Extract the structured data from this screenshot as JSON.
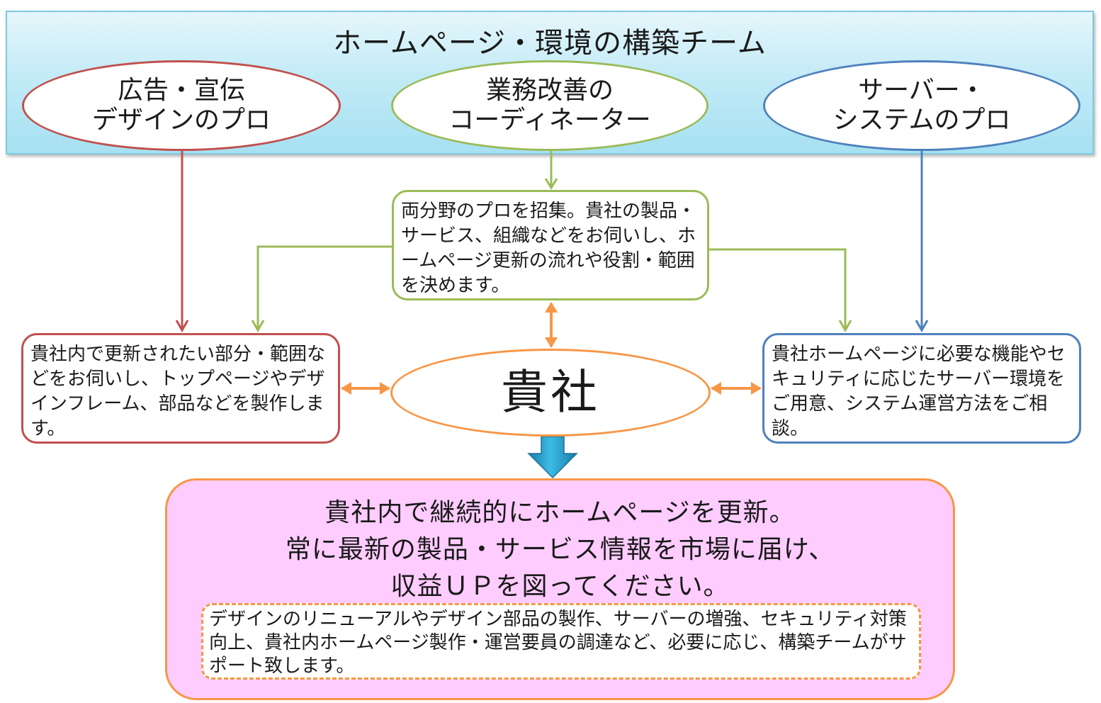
{
  "team": {
    "title": "ホームページ・環境の構築チーム"
  },
  "roles": {
    "design_pro": [
      "広告・宣伝",
      "デザインのプロ"
    ],
    "coordinator": [
      "業務改善の",
      "コーディネーター"
    ],
    "system_pro": [
      "サーバー・",
      "システムのプロ"
    ]
  },
  "boxes": {
    "center": "両分野のプロを招集。貴社の製品・サービス、組織などをお伺いし、ホームページ更新の流れや役割・範囲を決めます。",
    "left": "貴社内で更新されたい部分・範囲などをお伺いし、トップページやデザインフレーム、部品などを製作します。",
    "right": "貴社ホームページに必要な機能やセキュリティに応じたサーバー環境をご用意、システム運営方法をご相談。"
  },
  "client": {
    "label": "貴社"
  },
  "result": {
    "lines": [
      "貴社内で継続的にホームページを更新。",
      "常に最新の製品・サービス情報を市場に届け、",
      "収益ＵＰを図ってください。"
    ],
    "support": "デザインのリニューアルやデザイン部品の製作、サーバーの増強、セキュリティ対策向上、貴社内ホームページ製作・運営要員の調達など、必要に応じ、構築チームがサポート致します。"
  },
  "colors": {
    "red": "#c0504d",
    "green": "#9bbb59",
    "blue": "#4f81bd",
    "orange": "#f79646",
    "pink_fill": "#ffccff",
    "cyan_band": "#b5e6f4",
    "down_arrow": "#2aa6d4"
  }
}
